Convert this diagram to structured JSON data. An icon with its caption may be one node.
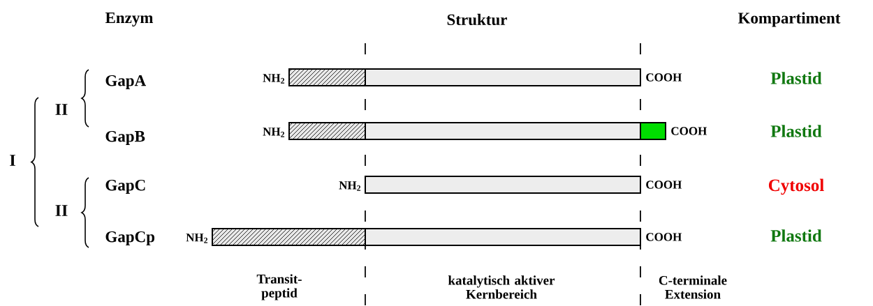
{
  "diagram": {
    "nodes": [
      {
        "text": [],
        "shape": "bar",
        "beside": [
          "NH$_{2}$"
        ]
      },
      {
        "text": [],
        "shape": "bar",
        "beside": [
          "COOH"
        ]
      },
      {
        "text": [],
        "shape": "bar",
        "beside": [
          "NH$_{2}$"
        ]
      },
      {
        "text": [],
        "shape": "bar"
      },
      {
        "text": [],
        "shape": "bar",
        "beside": [
          "COOH"
        ]
      },
      {
        "text": [],
        "shape": "bar",
        "beside": [
          "NH$_{2}$",
          "COOH"
        ]
      },
      {
        "text": [],
        "shape": "bar",
        "beside": [
          "NH$_{2}$"
        ]
      },
      {
        "text": [],
        "shape": "bar",
        "beside": [
          "COOH"
        ]
      }
    ],
    "labels": [
      "Enzym",
      "Struktur",
      "Kompartiment",
      "GapA",
      "Plastid",
      "II",
      "GapB",
      "Plastid",
      "I",
      "GapC",
      "Cytosol",
      "II",
      "GapCp",
      "Plastid",
      "Transit- peptid",
      "katalytisch aktiver Kernbereich",
      "C-terminale Extension"
    ]
  }
}
